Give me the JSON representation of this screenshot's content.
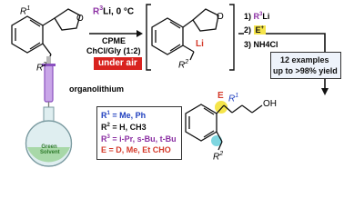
{
  "labels": {
    "r1_top": "R",
    "r1_top_sup": "1",
    "o_top": "O",
    "r2_top": "R",
    "r2_top_sup": "2",
    "o_mid": "O",
    "li_mid": "Li",
    "r2_mid": "R",
    "r2_mid_sup": "2",
    "e_bot": "E",
    "r1_bot": "R",
    "r1_bot_sup": "1",
    "oh_bot": "OH",
    "r2_bot": "R",
    "r2_bot_sup": "2"
  },
  "reaction": {
    "reagent1_r": "R",
    "reagent1_sup": "3",
    "reagent1_rest": "Li, 0 °C",
    "solvent1": "CPME",
    "solvent2": "ChCl/Gly (1:2)",
    "under_air": "under air",
    "organolithium": "organolithium",
    "green_solvent_line1": "Green",
    "green_solvent_line2": "Solvent"
  },
  "steps": {
    "step1_num": "1)",
    "step1_r": "R",
    "step1_sup": "3",
    "step1_rest": "Li",
    "step2_num": "2)",
    "step2_e": "E",
    "step2_sup": "+",
    "step3": "3) NH4Cl",
    "summary_line1": "12 examples",
    "summary_line2": "up to >98% yield"
  },
  "legend": {
    "line1_r": "R",
    "line1_sup": "1",
    "line1_rest": " = Me, Ph",
    "line2_r": "R",
    "line2_sup": "2",
    "line2_rest": " = H, CH3",
    "line3_r": "R",
    "line3_sup": "3",
    "line3_rest": " = i-Pr, s-Bu, t-Bu",
    "line4": "E = D, Me, Et CHO"
  },
  "colors": {
    "r1": "#1f3fbf",
    "r2": "#111111",
    "r3": "#8b2fa3",
    "electrophile": "#d43a2a",
    "under_air_bg": "#d9231f",
    "summary_box_fill": "#eef3fb",
    "highlight_yellow": "#f5e44a",
    "highlight_teal": "#7fd6e0",
    "organolithium_syringe": "#8a4fbf"
  }
}
